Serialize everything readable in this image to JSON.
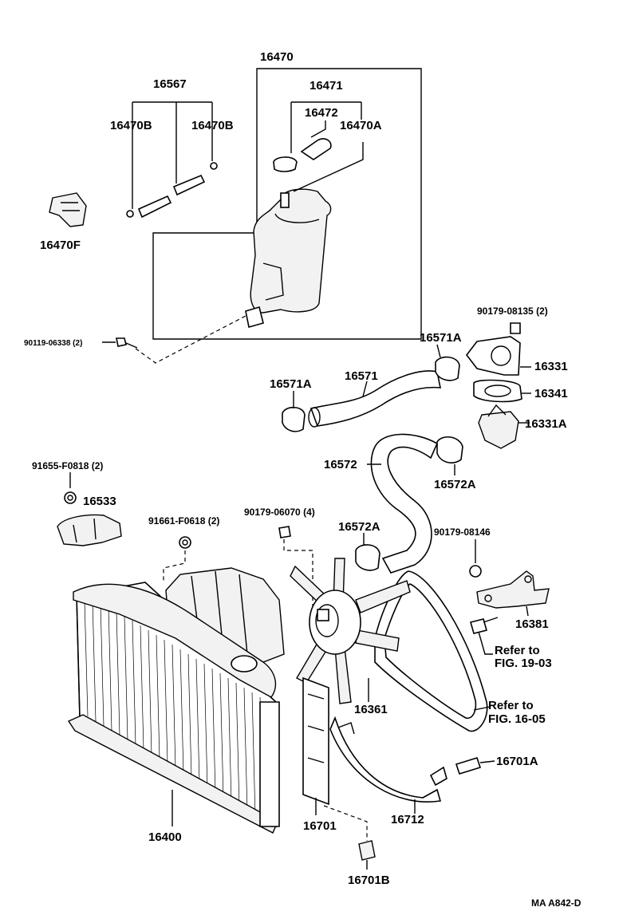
{
  "diagram": {
    "labels": {
      "p16470": "16470",
      "p16567": "16567",
      "p16470B_left": "16470B",
      "p16470B_right": "16470B",
      "p16471": "16471",
      "p16472": "16472",
      "p16470A": "16470A",
      "p16470F": "16470F",
      "p90119": "90119-06338 (2)",
      "p90179_08135": "90179-08135 (2)",
      "p16571A_top": "16571A",
      "p16331": "16331",
      "p16571A_left": "16571A",
      "p16571": "16571",
      "p16341": "16341",
      "p16331A": "16331A",
      "p91655": "91655-F0818 (2)",
      "p16572": "16572",
      "p16572A_right": "16572A",
      "p16533": "16533",
      "p90179_06070": "90179-06070 (4)",
      "p91661": "91661-F0618 (2)",
      "p16572A_left": "16572A",
      "p90179_08146": "90179-08146",
      "p16381": "16381",
      "refer_19_line1": "Refer to",
      "refer_19_line2": "FIG. 19-03",
      "p16361": "16361",
      "refer_16_line1": "Refer to",
      "refer_16_line2": "FIG. 16-05",
      "p16701A": "16701A",
      "p16400": "16400",
      "p16701": "16701",
      "p16712": "16712",
      "p16701B": "16701B",
      "drawing_code": "MA A842-D"
    }
  }
}
